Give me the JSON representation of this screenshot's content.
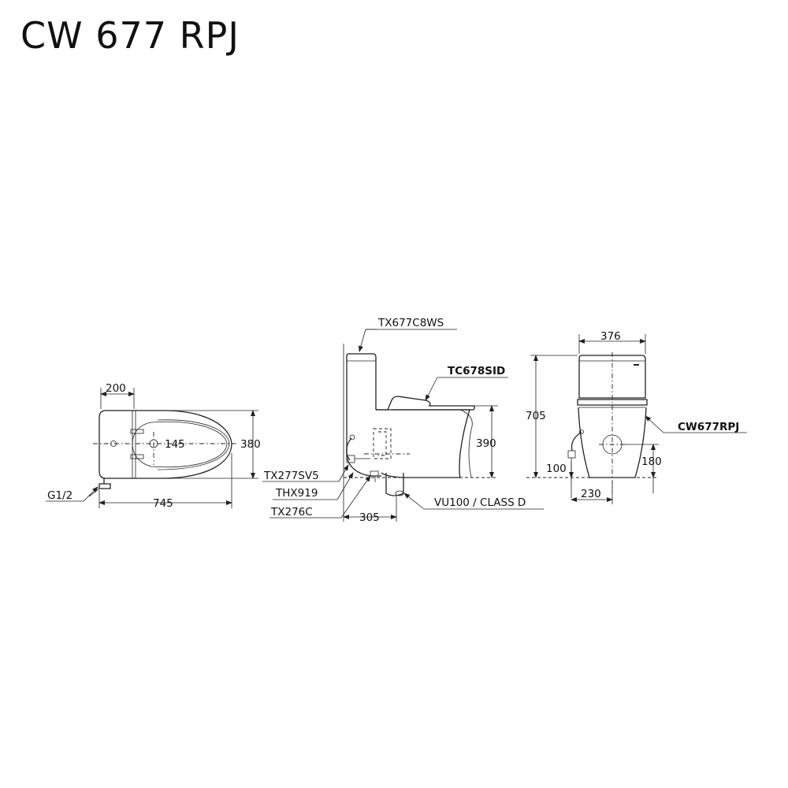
{
  "title": "CW 677 RPJ",
  "top_view": {
    "dim_200": "200",
    "dim_145": "145",
    "dim_380": "380",
    "dim_745": "745",
    "inlet": "G1/2"
  },
  "side_view": {
    "tank_code": "TX677C8WS",
    "seat_code": "TC678SID",
    "dim_390": "390",
    "dim_305": "305",
    "valve_code": "TX277SV5",
    "hose_code": "THX919",
    "trap_code": "TX276C",
    "outlet_code": "VU100 / CLASS D"
  },
  "front_view": {
    "dim_376": "376",
    "dim_705": "705",
    "model_code": "CW677RPJ",
    "dim_100": "100",
    "dim_180": "180",
    "dim_230": "230"
  }
}
